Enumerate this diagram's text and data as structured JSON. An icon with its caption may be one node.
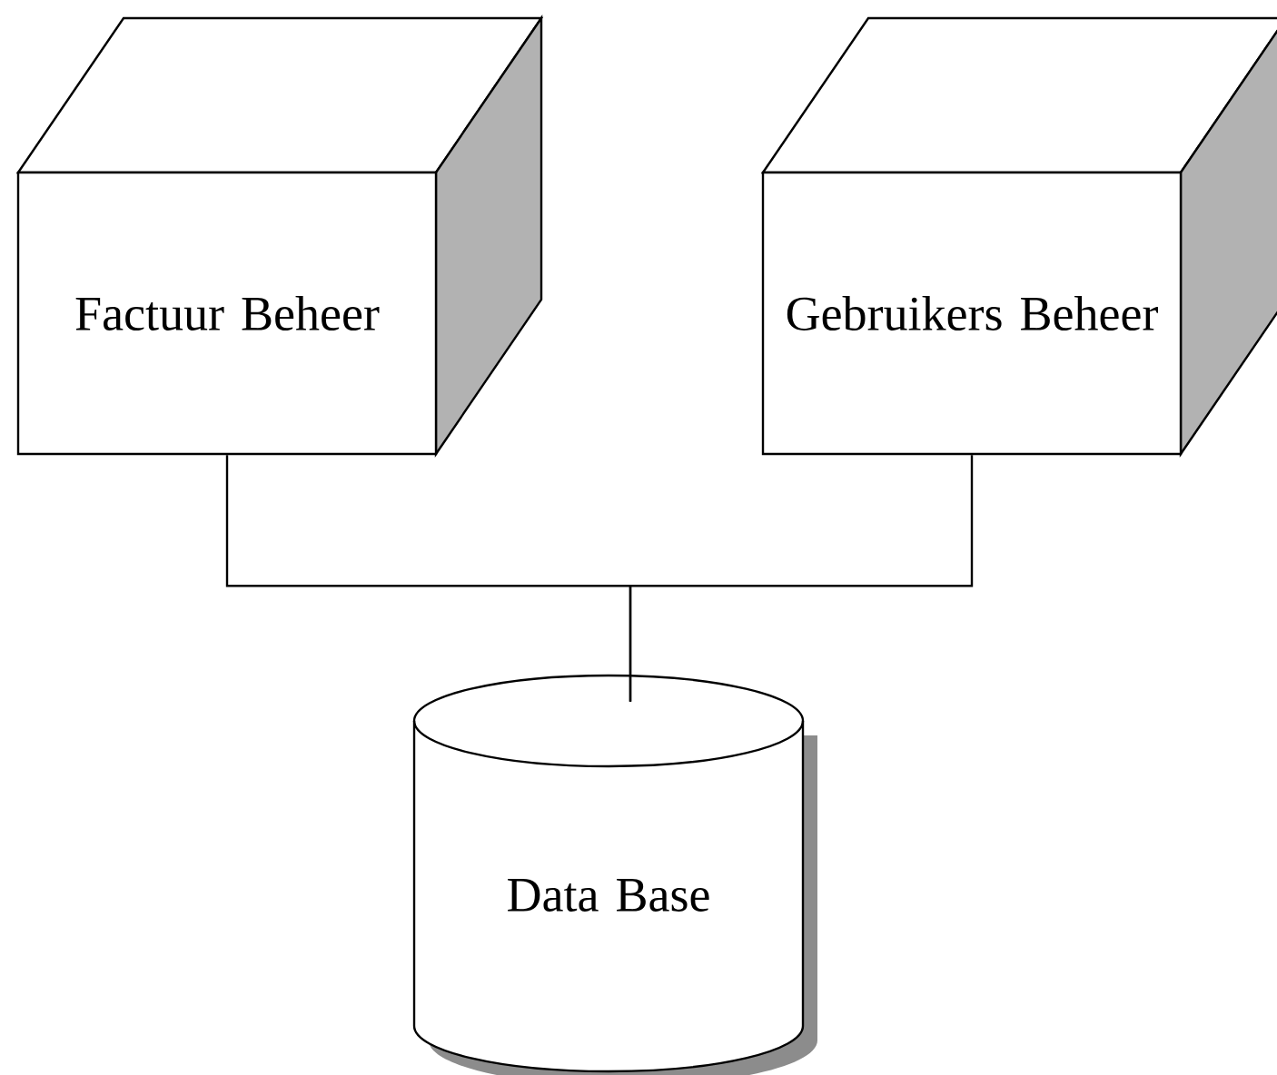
{
  "diagram": {
    "nodes": [
      {
        "text": [
          "Factuur Beheer"
        ]
      },
      {
        "text": [
          "Gebruikers Beheer"
        ]
      },
      {
        "text": [
          "Data Base"
        ]
      }
    ],
    "edges": [
      {
        "from": 0,
        "to": 2,
        "arrow": "none"
      },
      {
        "from": 1,
        "to": 2,
        "arrow": "none"
      }
    ]
  }
}
